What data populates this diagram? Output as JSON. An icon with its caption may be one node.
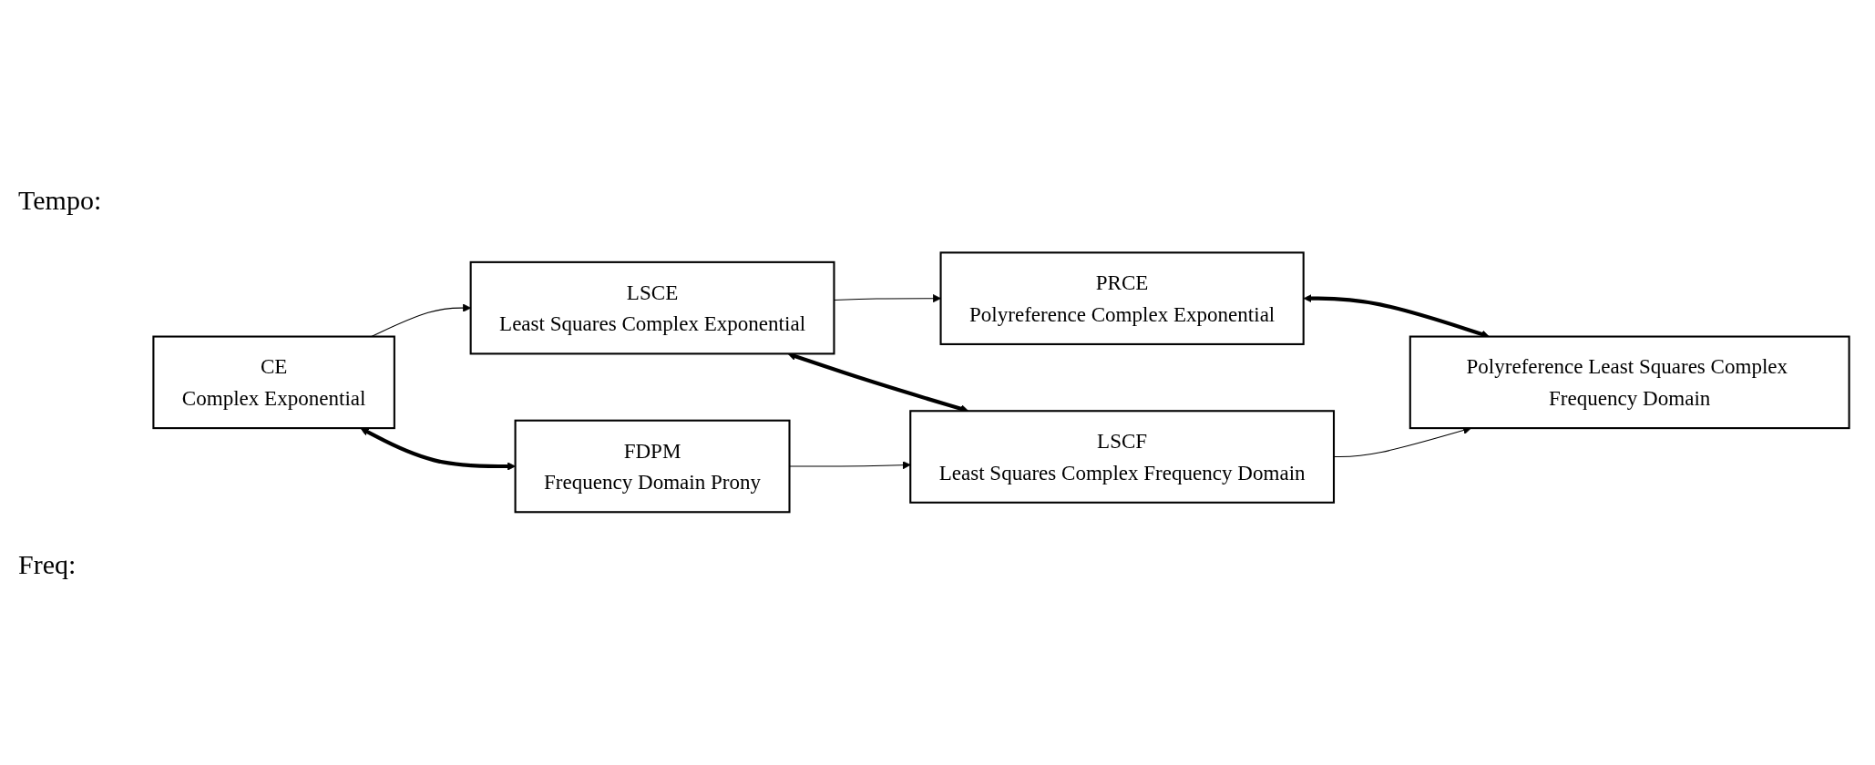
{
  "diagram": {
    "nodes": [
      {
        "text": [
          "CE",
          "Complex Exponential"
        ]
      },
      {
        "text": [
          "LSCE",
          "Least Squares Complex Exponential"
        ]
      },
      {
        "text": [
          "PRCE",
          "Polyreference Complex Exponential"
        ]
      },
      {
        "text": [
          "FDPM",
          "Frequency Domain Prony"
        ]
      },
      {
        "text": [
          "LSCF",
          "Least Squares Complex Frequency Domain"
        ]
      },
      {
        "text": [
          "Polyreference Least Squares Complex Frequency Domain"
        ]
      }
    ],
    "edges": [
      {
        "from": 0,
        "to": 1,
        "arrow": "to"
      },
      {
        "from": 1,
        "to": 2,
        "arrow": "to"
      },
      {
        "from": 0,
        "to": 3,
        "arrow": "both",
        "style": "thick"
      },
      {
        "from": 1,
        "to": 4,
        "arrow": "both",
        "style": "thick"
      },
      {
        "from": 2,
        "to": 5,
        "arrow": "both",
        "style": "thick"
      },
      {
        "from": 3,
        "to": 4,
        "arrow": "to"
      },
      {
        "from": 4,
        "to": 5,
        "arrow": "to"
      }
    ],
    "labels": [
      "Tempo:",
      "Freq:"
    ]
  }
}
